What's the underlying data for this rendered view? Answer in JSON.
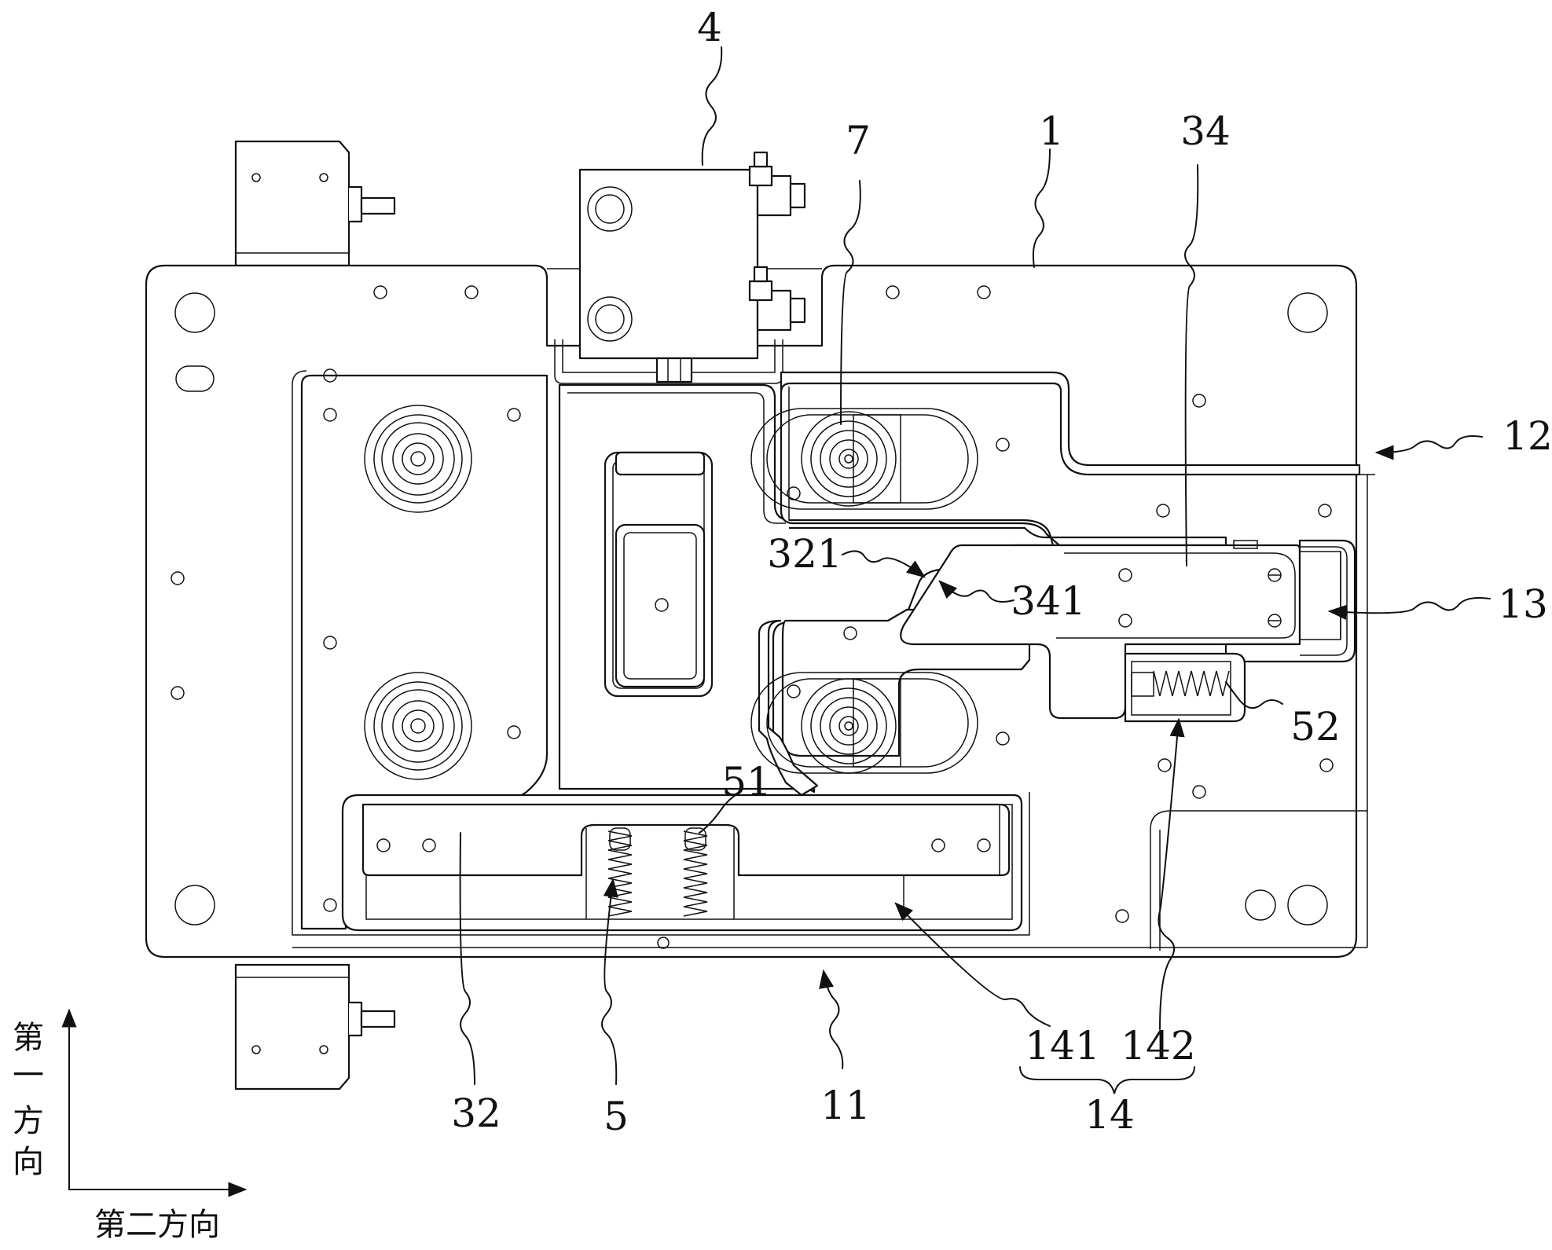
{
  "labels": {
    "l4": "4",
    "l7": "7",
    "l1": "1",
    "l34": "34",
    "l12": "12",
    "l321": "321",
    "l341": "341",
    "l13": "13",
    "l51": "51",
    "l52": "52",
    "l32": "32",
    "l5": "5",
    "l11": "11",
    "l141": "141",
    "l142": "142",
    "l14": "14"
  },
  "axes": {
    "first_direction": [
      "第",
      "一",
      "方",
      "向"
    ],
    "second_direction": "第二方向"
  }
}
